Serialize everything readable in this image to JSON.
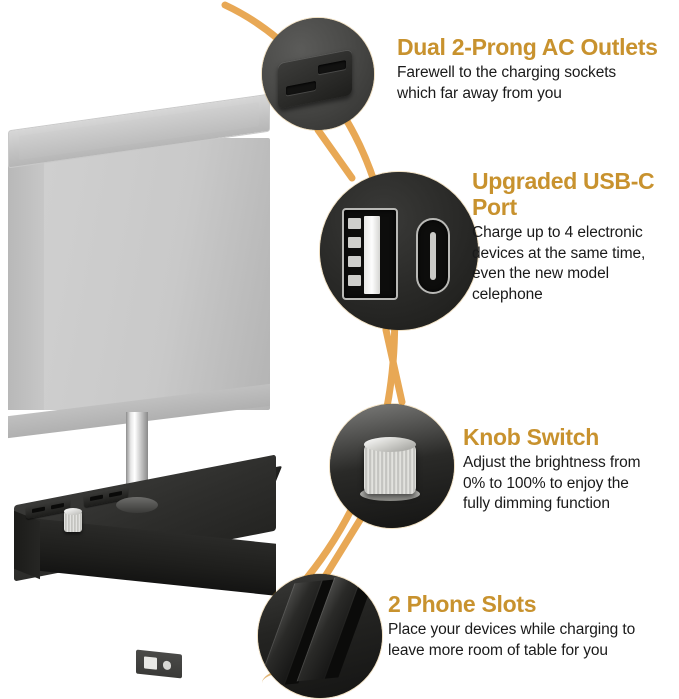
{
  "page": {
    "type": "product-feature-infographic",
    "product": "dimmable table lamp with charging base",
    "accent_color": "#c8922e",
    "connector_color": "#e8a855",
    "background_color": "#ffffff"
  },
  "product_image": {
    "alt": "Gray rectangular fabric shade table lamp on a black charging base with chrome pole",
    "shade_color": "#c9c9c9",
    "base_color": "#242422",
    "pole_color": "#e9e9e9",
    "parts": {
      "shade": "lamp-shade",
      "pole": "chrome-pole",
      "base": "charging-base",
      "outlets": "ac-outlets",
      "knob": "dimmer-knob",
      "usb": "usb-ports",
      "slots": "phone-slots",
      "cord": "power-cord"
    }
  },
  "features": [
    {
      "id": "ac-outlets",
      "title": "Dual 2-Prong AC Outlets",
      "description": "Farewell to the charging sockets\nwhich far away from you",
      "callout_alt": "Close-up of a two-prong AC outlet on the lamp base"
    },
    {
      "id": "usb-c-port",
      "title": "Upgraded USB-C\nPort",
      "description": "Charge up to 4 electronic\ndevices at the same time,\neven the new model\ncelephone",
      "callout_alt": "Close-up of a USB-A port beside an oval USB-C port"
    },
    {
      "id": "knob-switch",
      "title": "Knob Switch",
      "description": "Adjust the brightness from\n0% to 100% to enjoy the\nfully dimming function",
      "callout_alt": "Close-up of a knurled chrome dimmer knob"
    },
    {
      "id": "phone-slots",
      "title": "2 Phone Slots",
      "description": "Place your devices while charging to\nleave more room of table for you",
      "callout_alt": "Close-up of two black angled phone stand slots"
    }
  ]
}
